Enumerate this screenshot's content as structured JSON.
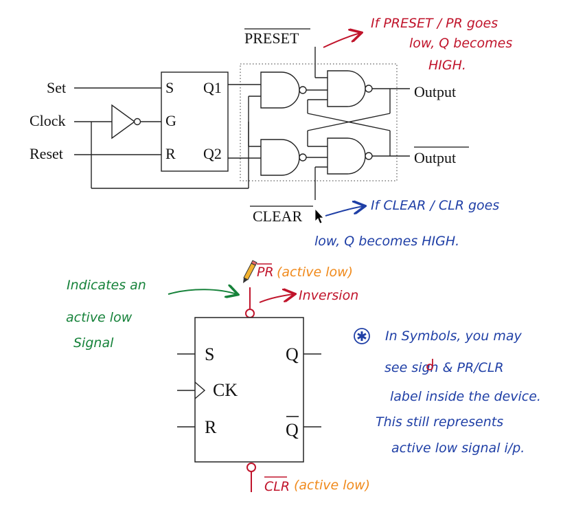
{
  "circuit": {
    "inputs": {
      "set": "Set",
      "clock": "Clock",
      "reset": "Reset"
    },
    "latch_pins": {
      "s": "S",
      "g": "G",
      "r": "R",
      "q1": "Q1",
      "q2": "Q2"
    },
    "preset": "PRESET",
    "clear": "CLEAR",
    "output": "Output",
    "output_bar": "Output"
  },
  "annotations": {
    "preset_note": [
      "If PRESET / PR goes",
      "low, Q becomes",
      "HIGH."
    ],
    "clear_note": [
      "If CLEAR / CLR goes",
      "low, Q becomes HIGH."
    ],
    "active_low_note": [
      "Indicates an",
      "active low",
      "Signal"
    ],
    "inversion": "Inversion",
    "pr_label": "PR",
    "pr_active": "(active low)",
    "clr_label": "CLR",
    "clr_active": "(active low)",
    "symbols_note": [
      "In Symbols, you may",
      "see  sign & PR/CLR",
      "label inside the device.",
      "This still represents",
      "active low signal i/p."
    ],
    "symbols_marker": "✱"
  },
  "symbol": {
    "s": "S",
    "ck": "CK",
    "r": "R",
    "q": "Q",
    "q_bar": "Q"
  },
  "colors": {
    "red": "#c0142b",
    "blue": "#1f3fa6",
    "green": "#16823a",
    "orange": "#f08a1c"
  }
}
